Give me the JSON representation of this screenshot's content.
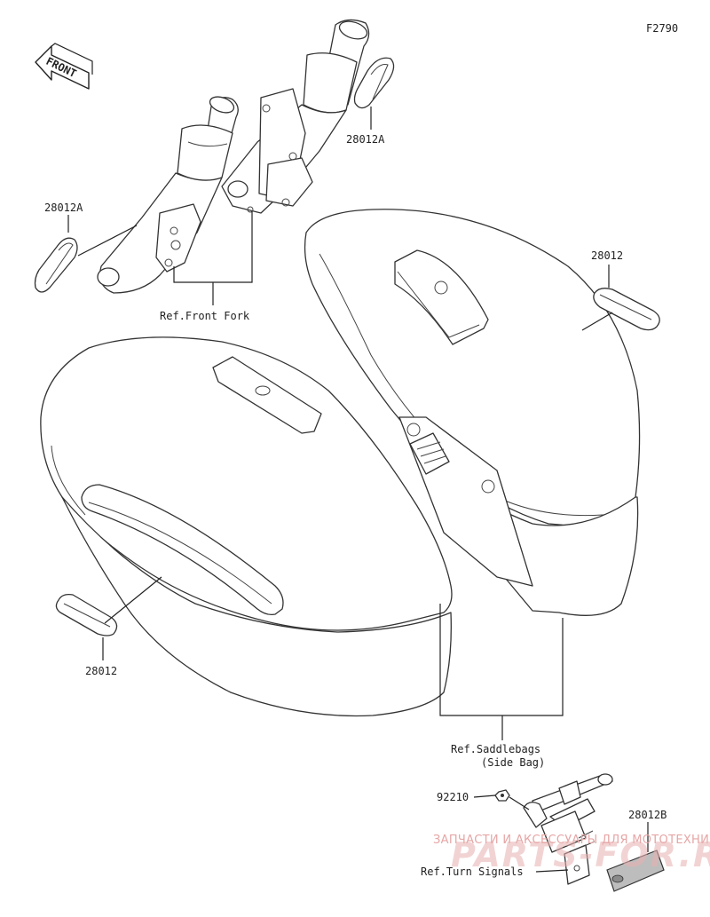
{
  "figure_code": "F2790",
  "front_arrow_label": "FRONT",
  "labels": {
    "fork_left_part": "28012A",
    "fork_right_part": "28012A",
    "bag_right_part": "28012",
    "bag_left_part": "28012",
    "ref_front_fork": "Ref.Front Fork",
    "ref_saddlebags_line1": "Ref.Saddlebags",
    "ref_saddlebags_line2": "(Side Bag)",
    "nut_part": "92210",
    "reflector_part": "28012B",
    "ref_turn_signals": "Ref.Turn Signals"
  },
  "watermark": {
    "line1": "ЗАПЧАСТИ И АКСЕССУАРЫ ДЛЯ МОТОТЕХНИКИ",
    "line2": "PARTS-FOR.RU"
  },
  "colors": {
    "line": "#222222",
    "watermark": "#e6a6a6"
  }
}
